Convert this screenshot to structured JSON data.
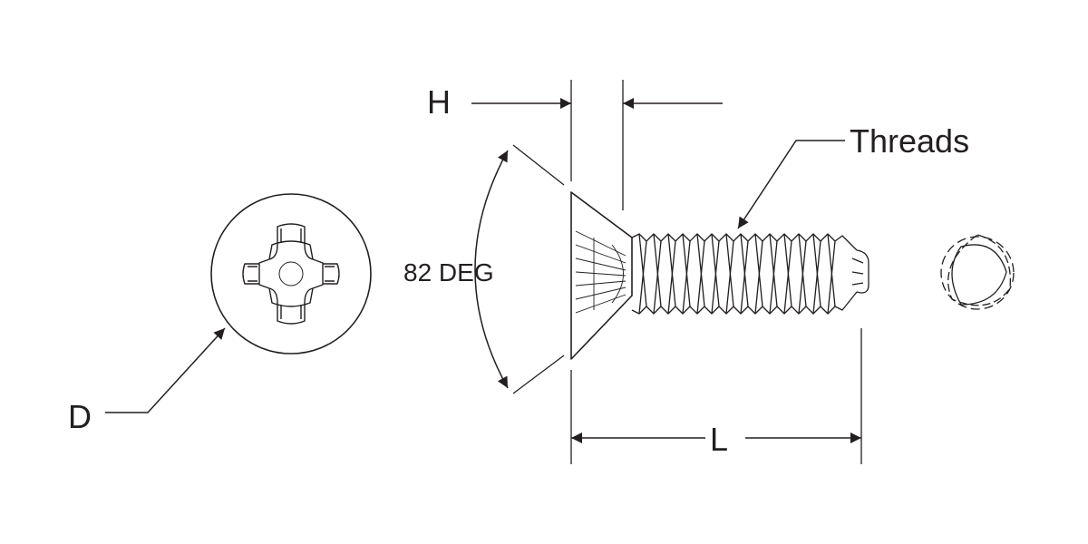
{
  "labels": {
    "head_height": "H",
    "threads": "Threads",
    "angle": "82 DEG",
    "diameter": "D",
    "length": "L"
  },
  "colors": {
    "ink": "#231f20",
    "background": "#ffffff"
  },
  "icons": {
    "head_view": "phillips-drive-icon",
    "end_view": "trilobular-thread-icon"
  }
}
